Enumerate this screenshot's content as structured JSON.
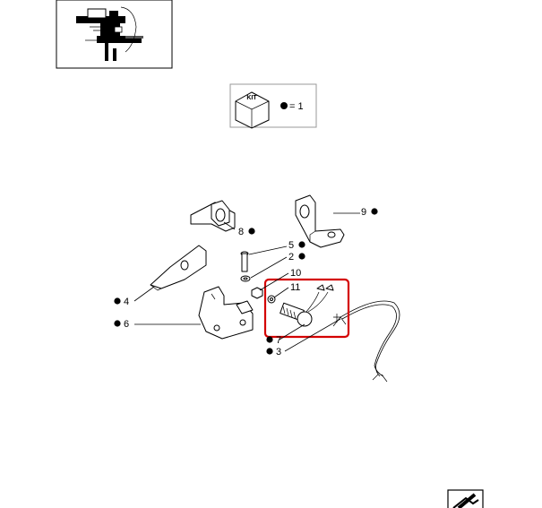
{
  "kit_legend": {
    "box_label": "KIT",
    "quantity_text": "= 1"
  },
  "callouts": [
    {
      "id": "8",
      "text": "8"
    },
    {
      "id": "9",
      "text": "9"
    },
    {
      "id": "5",
      "text": "5"
    },
    {
      "id": "2",
      "text": "2"
    },
    {
      "id": "10",
      "text": "10"
    },
    {
      "id": "11",
      "text": "11"
    },
    {
      "id": "4",
      "text": "4"
    },
    {
      "id": "6",
      "text": "6"
    },
    {
      "id": "7",
      "text": "7"
    },
    {
      "id": "3",
      "text": "3"
    }
  ],
  "colors": {
    "highlight": "#d40000",
    "ink": "#000000"
  },
  "icons": {
    "thumbnail": "assembly-thumbnail-icon",
    "kit": "kit-box-icon",
    "next_page": "next-page-arrow-icon"
  }
}
